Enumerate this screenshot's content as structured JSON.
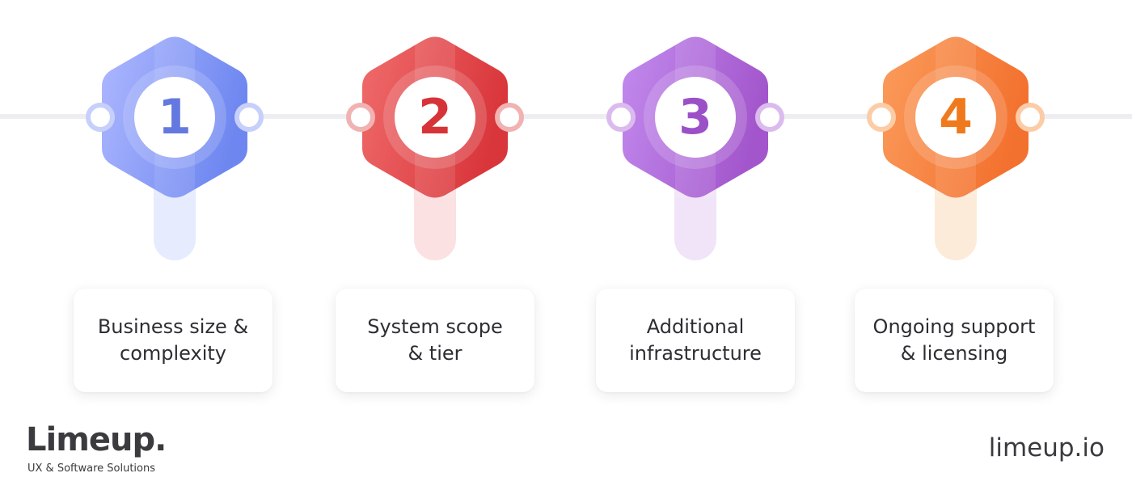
{
  "steps": [
    {
      "number": "1",
      "label_line1": "Business size &",
      "label_line2": "complexity",
      "color_light": "#aeb8ff",
      "color_dark": "#6e87f0",
      "color_text": "#6479e0",
      "color_stem": "#e6ebfd",
      "color_ring": "#c7cffb"
    },
    {
      "number": "2",
      "label_line1": "System scope",
      "label_line2": "& tier",
      "color_light": "#f06c6c",
      "color_dark": "#d9363b",
      "color_text": "#d63338",
      "color_stem": "#fbe1e1",
      "color_ring": "#f1b2b2"
    },
    {
      "number": "3",
      "label_line1": "Additional",
      "label_line2": "infrastructure",
      "color_light": "#c28bee",
      "color_dark": "#a356cc",
      "color_text": "#9b50c8",
      "color_stem": "#f1e4f8",
      "color_ring": "#dbbbee"
    },
    {
      "number": "4",
      "label_line1": "Ongoing support",
      "label_line2": "& licensing",
      "color_light": "#fb9c5c",
      "color_dark": "#f3712e",
      "color_text": "#f07a1b",
      "color_stem": "#fdebd9",
      "color_ring": "#fccca6"
    }
  ],
  "brand": {
    "name": "Limeup.",
    "tagline": "UX & Software Solutions"
  },
  "site_url": "limeup.io"
}
